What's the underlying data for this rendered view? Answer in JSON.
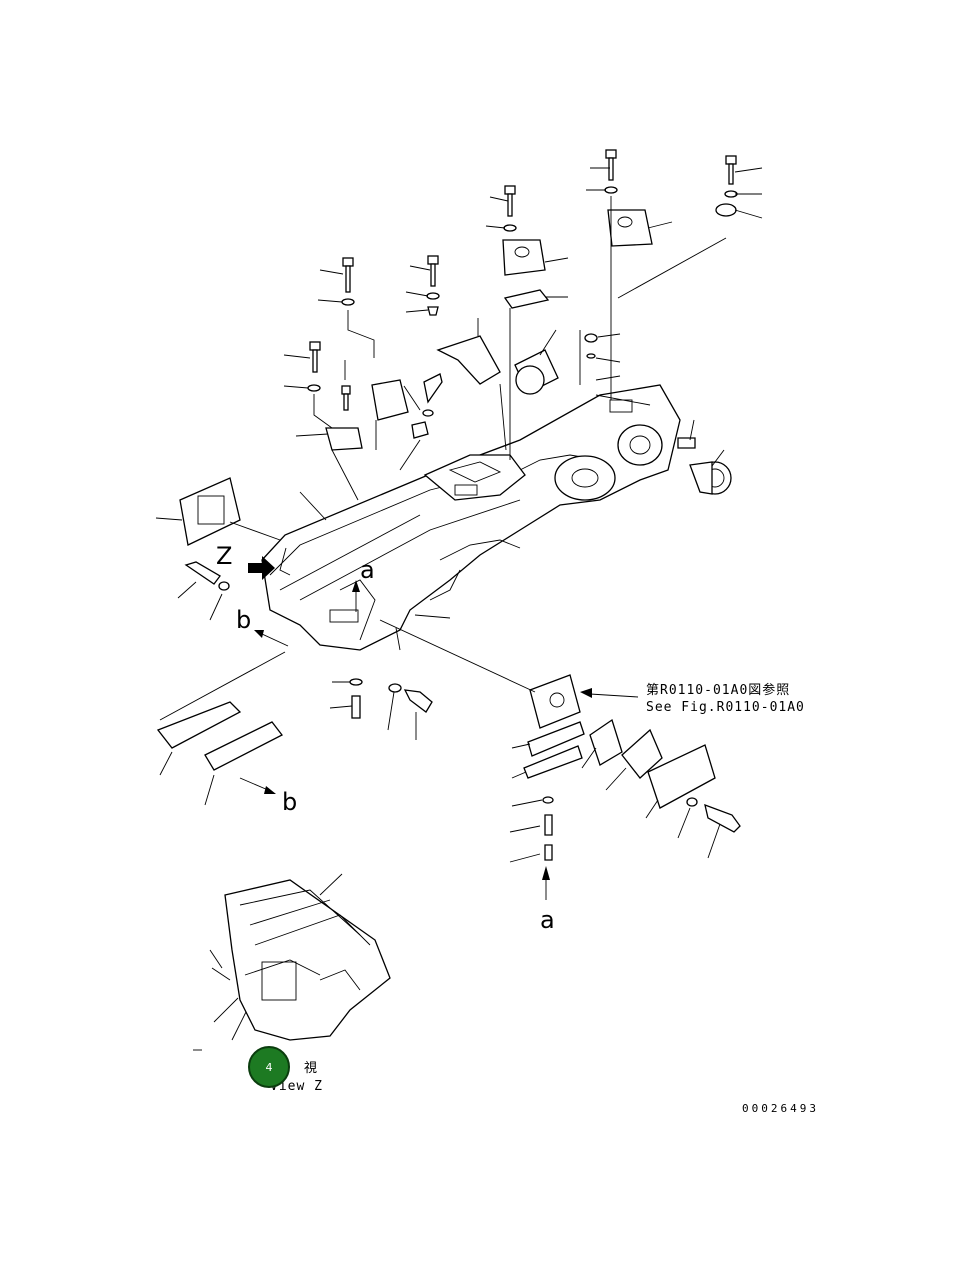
{
  "annotations": {
    "view_letter_z": "Z",
    "ref_a_upper": "a",
    "ref_a_lower": "a",
    "ref_b_upper": "b",
    "ref_b_lower": "b",
    "see_fig_jp": "第R0110-01A0図参照",
    "see_fig_en": "See Fig.R0110-01A0",
    "view_z_jp": "視",
    "view_z_en": "View Z",
    "drawing_number": "00026493"
  },
  "badge": {
    "number": "4",
    "color": "#1d7a22"
  }
}
